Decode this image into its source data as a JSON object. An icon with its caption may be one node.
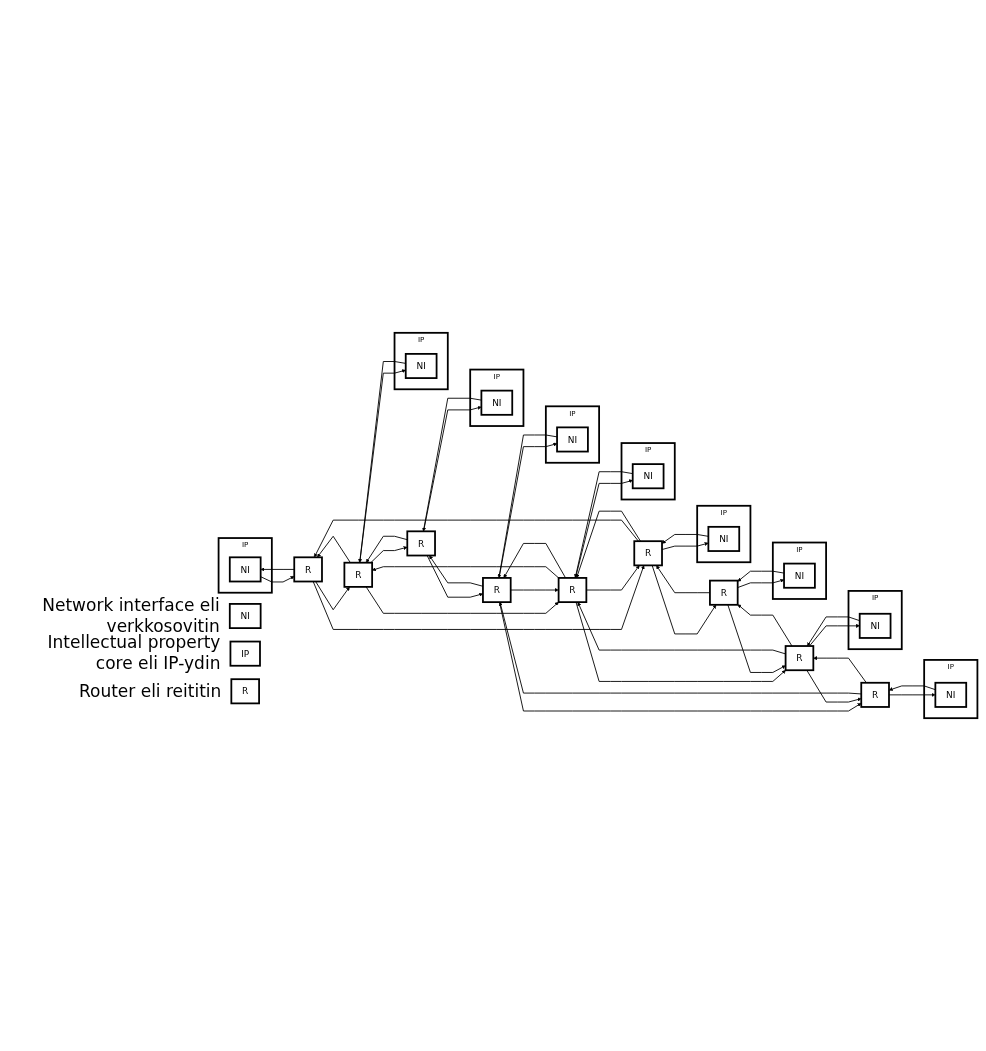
{
  "diagram": {
    "nodes": [
      {
        "text": [
          "IP"
        ]
      },
      {
        "text": [
          "NI"
        ],
        "in": 0
      },
      {
        "text": [
          "IP"
        ]
      },
      {
        "text": [
          "NI"
        ],
        "in": 2
      },
      {
        "text": [
          "IP"
        ]
      },
      {
        "text": [
          "NI"
        ],
        "in": 4
      },
      {
        "text": [
          "R"
        ]
      },
      {
        "text": [
          "R"
        ]
      },
      {
        "text": [
          "R"
        ]
      },
      {
        "text": [
          "IP"
        ]
      },
      {
        "text": [
          "NI"
        ],
        "in": 9
      },
      {
        "text": [
          "IP"
        ]
      },
      {
        "text": [
          "NI"
        ],
        "in": 11
      },
      {
        "text": [
          "IP"
        ]
      },
      {
        "text": [
          "NI"
        ],
        "in": 13
      },
      {
        "text": [
          "R"
        ]
      },
      {
        "text": [
          "R"
        ]
      },
      {
        "text": [
          "R"
        ]
      },
      {
        "text": [
          "IP"
        ]
      },
      {
        "text": [
          "NI"
        ],
        "in": 18
      },
      {
        "text": [
          "IP"
        ]
      },
      {
        "text": [
          "NI"
        ],
        "in": 20
      },
      {
        "text": [
          "IP"
        ]
      },
      {
        "text": [
          "NI"
        ],
        "in": 22
      },
      {
        "text": [
          "R"
        ]
      },
      {
        "text": [
          "R"
        ]
      },
      {
        "text": [
          "R"
        ]
      },
      {
        "text": [
          "NI"
        ],
        "beside": [
          "Network interface eli verkkosovitin"
        ]
      },
      {
        "text": [
          "IP"
        ],
        "beside": [
          "Intellectual property core eli IP-ydin"
        ]
      },
      {
        "text": [
          "R"
        ],
        "beside": [
          "Router eli reititin"
        ]
      }
    ],
    "edges": [
      {
        "from": 1,
        "to": 6,
        "arrow": "to"
      },
      {
        "from": 6,
        "to": 1,
        "arrow": "to"
      },
      {
        "from": 3,
        "to": 7,
        "arrow": "to"
      },
      {
        "from": 7,
        "to": 3,
        "arrow": "to"
      },
      {
        "from": 5,
        "to": 8,
        "arrow": "to"
      },
      {
        "from": 8,
        "to": 5,
        "arrow": "to"
      },
      {
        "from": 6,
        "to": 7,
        "arrow": "to"
      },
      {
        "from": 7,
        "to": 6,
        "arrow": "to"
      },
      {
        "from": 7,
        "to": 8,
        "arrow": "to"
      },
      {
        "from": 8,
        "to": 7,
        "arrow": "to"
      },
      {
        "from": 6,
        "to": 15,
        "arrow": "to"
      },
      {
        "from": 15,
        "to": 6,
        "arrow": "to"
      },
      {
        "from": 7,
        "to": 16,
        "arrow": "to"
      },
      {
        "from": 16,
        "to": 7,
        "arrow": "to"
      },
      {
        "from": 8,
        "to": 17,
        "arrow": "to"
      },
      {
        "from": 17,
        "to": 8,
        "arrow": "to"
      },
      {
        "from": 10,
        "to": 15,
        "arrow": "to"
      },
      {
        "from": 15,
        "to": 10,
        "arrow": "to"
      },
      {
        "from": 12,
        "to": 16,
        "arrow": "to"
      },
      {
        "from": 16,
        "to": 12,
        "arrow": "to"
      },
      {
        "from": 14,
        "to": 17,
        "arrow": "to"
      },
      {
        "from": 17,
        "to": 14,
        "arrow": "to"
      },
      {
        "from": 15,
        "to": 16,
        "arrow": "to"
      },
      {
        "from": 16,
        "to": 15,
        "arrow": "to"
      },
      {
        "from": 16,
        "to": 17,
        "arrow": "to"
      },
      {
        "from": 17,
        "to": 16,
        "arrow": "to"
      },
      {
        "from": 15,
        "to": 24,
        "arrow": "to"
      },
      {
        "from": 24,
        "to": 15,
        "arrow": "to"
      },
      {
        "from": 16,
        "to": 25,
        "arrow": "to"
      },
      {
        "from": 25,
        "to": 16,
        "arrow": "to"
      },
      {
        "from": 17,
        "to": 26,
        "arrow": "to"
      },
      {
        "from": 26,
        "to": 17,
        "arrow": "to"
      },
      {
        "from": 19,
        "to": 24,
        "arrow": "to"
      },
      {
        "from": 24,
        "to": 19,
        "arrow": "to"
      },
      {
        "from": 21,
        "to": 25,
        "arrow": "to"
      },
      {
        "from": 25,
        "to": 21,
        "arrow": "to"
      },
      {
        "from": 23,
        "to": 26,
        "arrow": "to"
      },
      {
        "from": 26,
        "to": 23,
        "arrow": "to"
      },
      {
        "from": 24,
        "to": 25,
        "arrow": "to"
      },
      {
        "from": 25,
        "to": 24,
        "arrow": "to"
      },
      {
        "from": 25,
        "to": 26,
        "arrow": "to"
      },
      {
        "from": 26,
        "to": 25,
        "arrow": "to"
      }
    ]
  }
}
